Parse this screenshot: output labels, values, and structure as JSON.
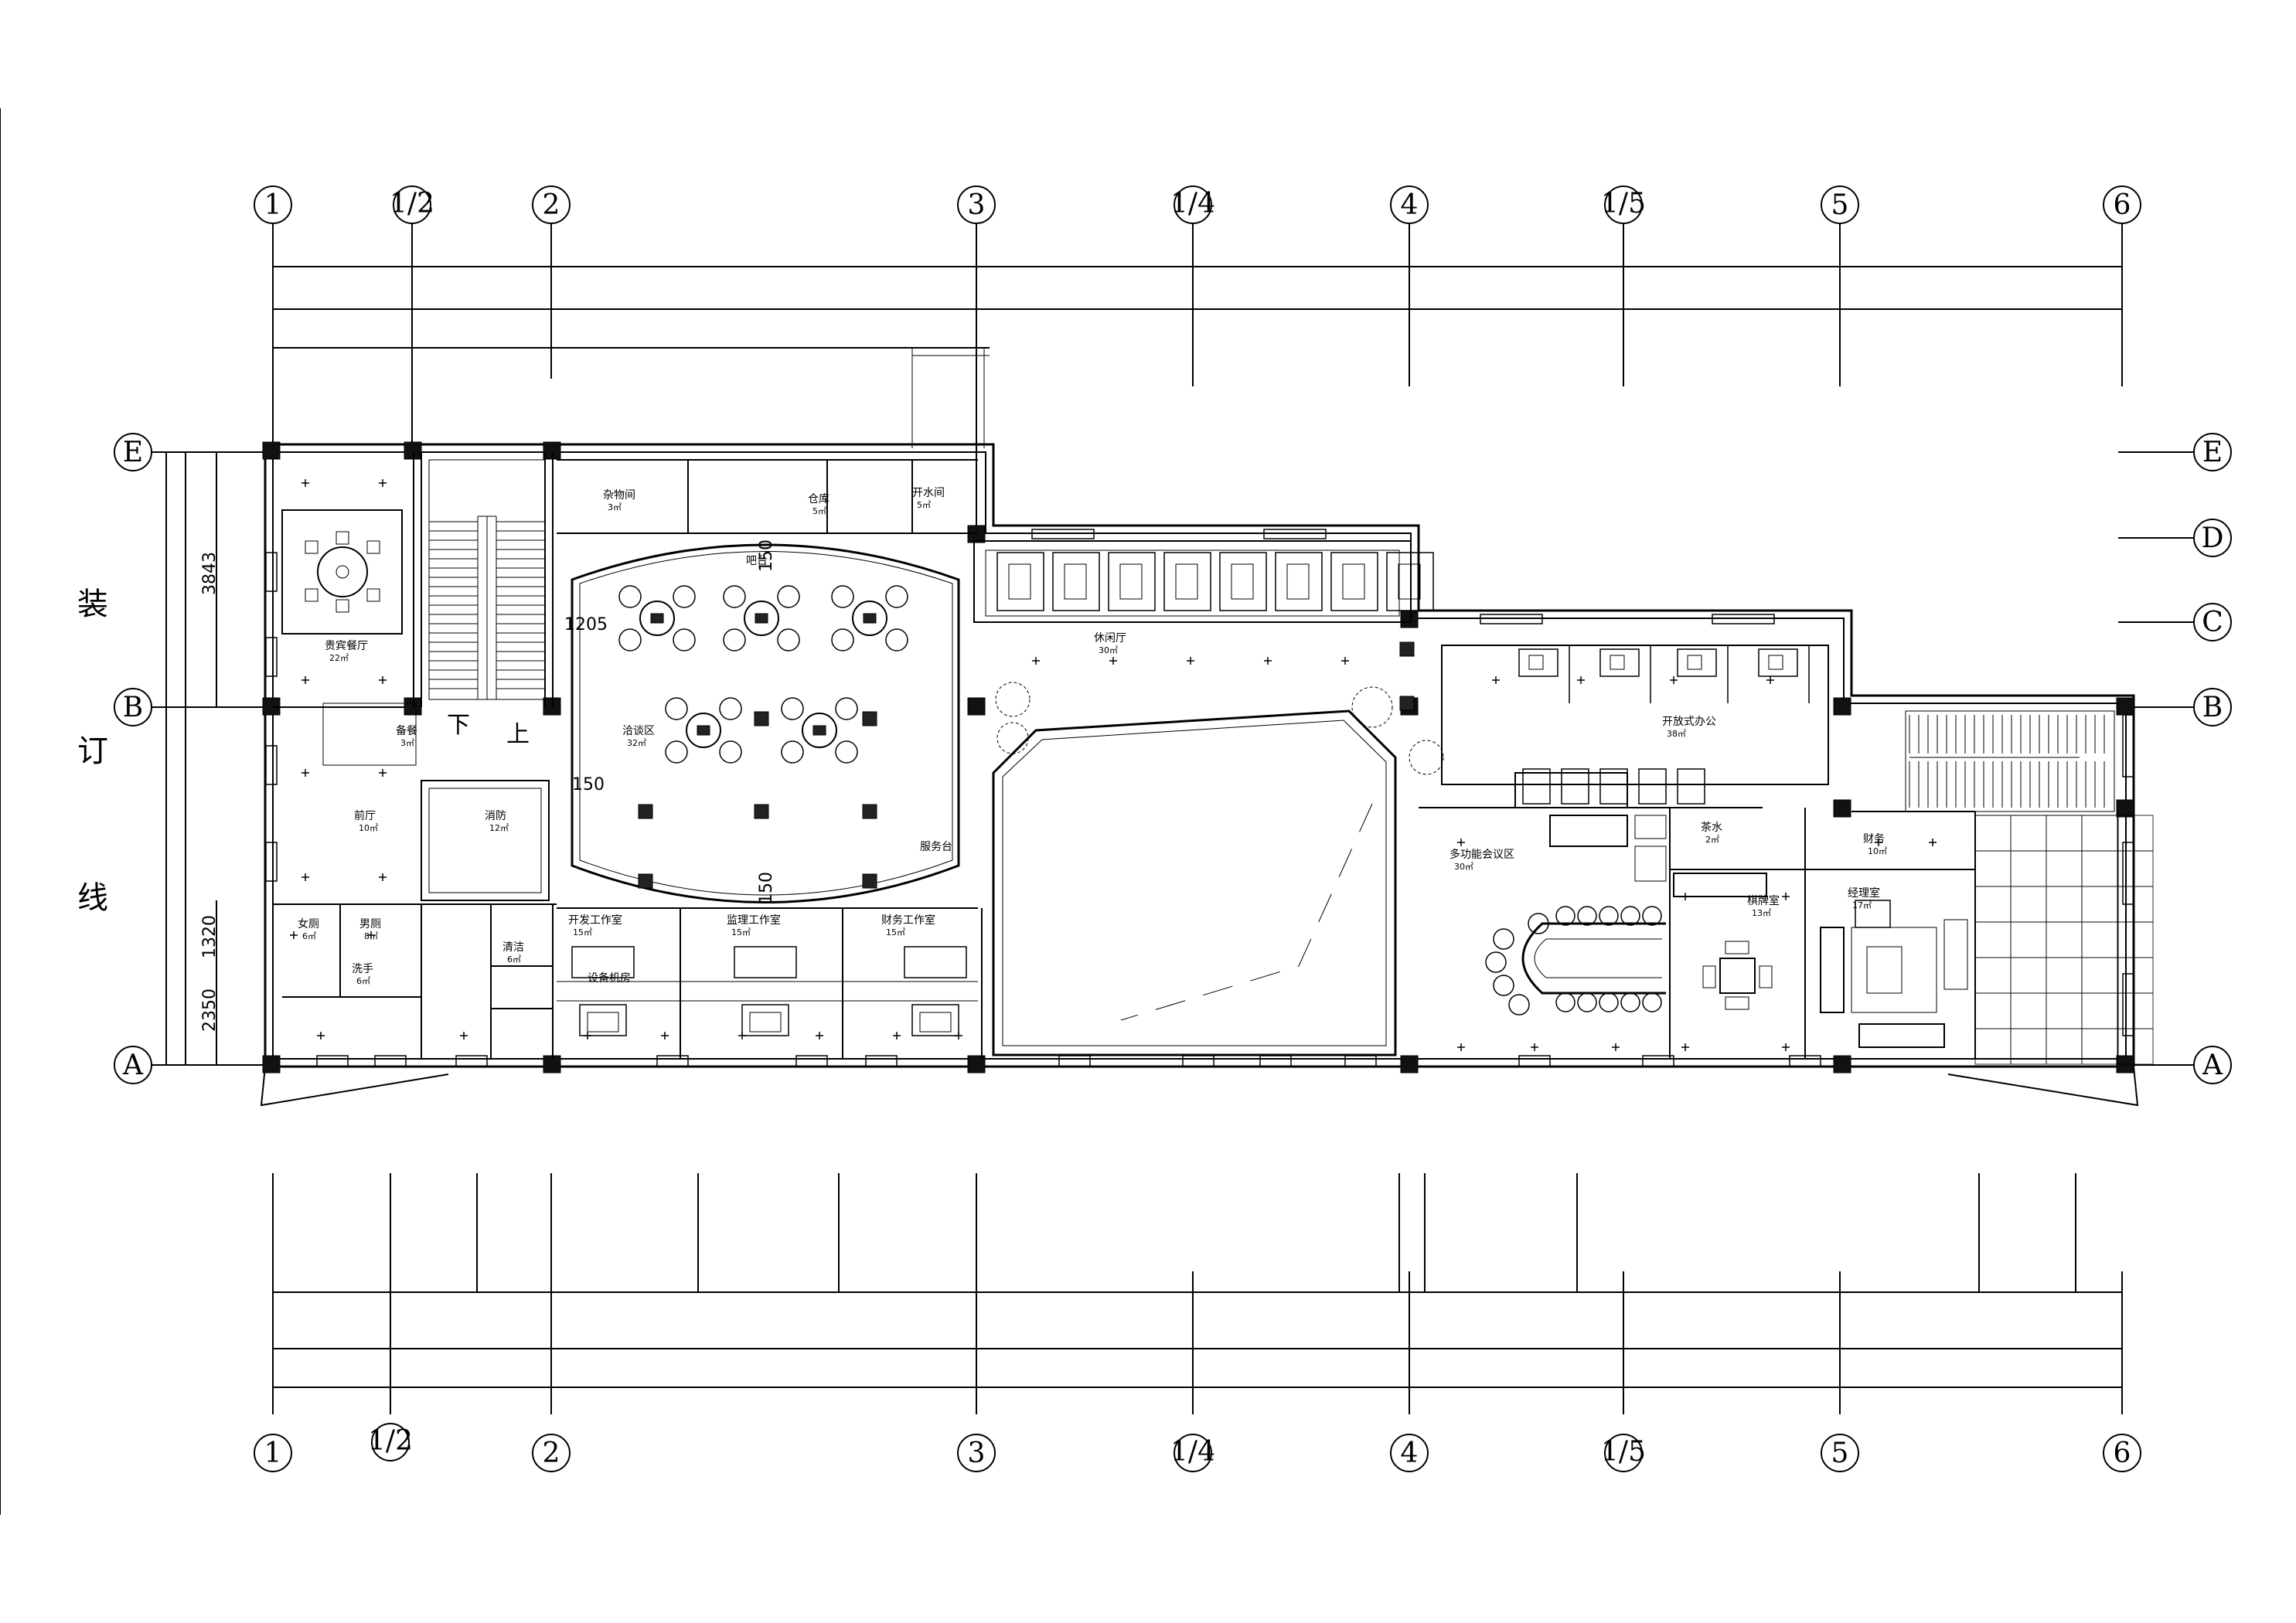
{
  "binding_margin": [
    "装",
    "订",
    "线"
  ],
  "axes_top": [
    "1",
    "1/2",
    "2",
    "3",
    "1/4",
    "4",
    "1/5",
    "5",
    "6"
  ],
  "axes_bottom": [
    "1",
    "1/2",
    "2",
    "3",
    "1/4",
    "4",
    "1/5",
    "5",
    "6"
  ],
  "axes_left": [
    "E",
    "B",
    "A"
  ],
  "axes_right": [
    "E",
    "D",
    "C",
    "B",
    "A"
  ],
  "dimensions": {
    "d1": "3843",
    "d2": "1320",
    "d3": "2350",
    "d4": "1205",
    "d5": "150",
    "d6": "150",
    "d7": "150"
  },
  "stairs": {
    "down": "下",
    "up": "上"
  },
  "rooms": [
    {
      "key": "vip_dining",
      "label": "贵宾餐厅",
      "area": "22㎡"
    },
    {
      "key": "lobby",
      "label": "前厅",
      "area": "10㎡"
    },
    {
      "key": "prep",
      "label": "备餐",
      "area": "3㎡"
    },
    {
      "key": "fire",
      "label": "消防",
      "area": "12㎡"
    },
    {
      "key": "storage",
      "label": "杂物间",
      "area": "3㎡"
    },
    {
      "key": "warehouse",
      "label": "仓库",
      "area": "5㎡"
    },
    {
      "key": "water",
      "label": "开水间",
      "area": "5㎡"
    },
    {
      "key": "negotiation",
      "label": "洽谈区",
      "area": "32㎡"
    },
    {
      "key": "bar",
      "label": "吧台",
      "area": ""
    },
    {
      "key": "service",
      "label": "服务台",
      "area": ""
    },
    {
      "key": "women_wc",
      "label": "女厕",
      "area": "6㎡"
    },
    {
      "key": "men_wc",
      "label": "男厕",
      "area": "8㎡"
    },
    {
      "key": "wash",
      "label": "洗手",
      "area": "6㎡"
    },
    {
      "key": "clean",
      "label": "清洁",
      "area": "6㎡"
    },
    {
      "key": "office_a",
      "label": "开发工作室",
      "area": "15㎡"
    },
    {
      "key": "office_b",
      "label": "监理工作室",
      "area": "15㎡"
    },
    {
      "key": "office_c",
      "label": "财务工作室",
      "area": "15㎡"
    },
    {
      "key": "equipment",
      "label": "设备机房",
      "area": ""
    },
    {
      "key": "lounge",
      "label": "休闲厅",
      "area": "30㎡"
    },
    {
      "key": "open_office",
      "label": "开放式办公",
      "area": "38㎡"
    },
    {
      "key": "conference",
      "label": "多功能会议区",
      "area": "30㎡"
    },
    {
      "key": "tea_room",
      "label": "茶水",
      "area": "2㎡"
    },
    {
      "key": "chess_room",
      "label": "棋牌室",
      "area": "13㎡"
    },
    {
      "key": "finance",
      "label": "财务",
      "area": "10㎡"
    },
    {
      "key": "manager",
      "label": "经理室",
      "area": "17㎡"
    }
  ]
}
